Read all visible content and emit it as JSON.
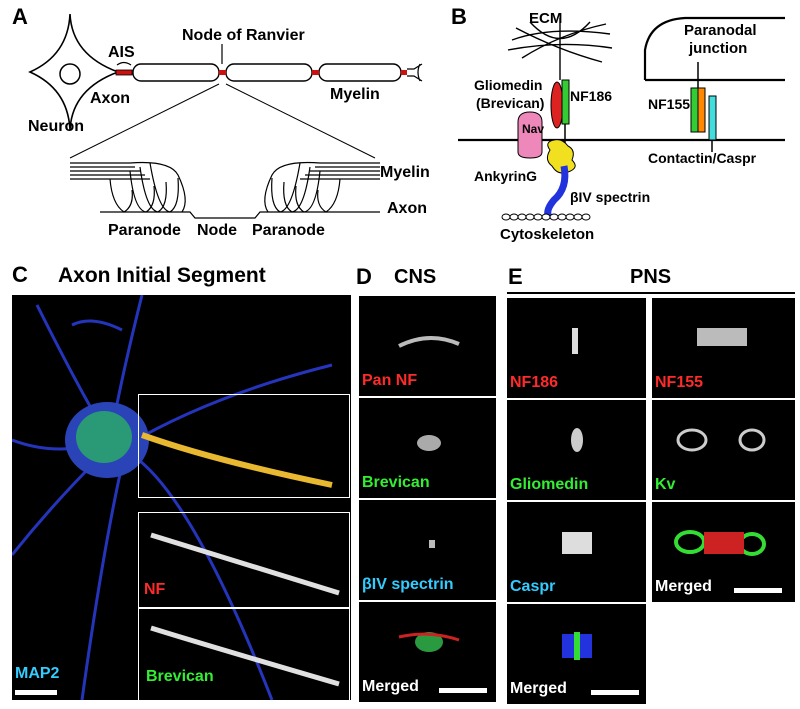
{
  "panel_letters": {
    "a": "A",
    "b": "B",
    "c": "C",
    "d": "D",
    "e": "E"
  },
  "panel_a": {
    "neuron": "Neuron",
    "axon": "Axon",
    "ais": "AIS",
    "node_of_ranvier": "Node of Ranvier",
    "myelin_top": "Myelin",
    "myelin_detail": "Myelin",
    "axon_detail": "Axon",
    "paranode_left": "Paranode",
    "node": "Node",
    "paranode_right": "Paranode"
  },
  "panel_b": {
    "ecm": "ECM",
    "gliomedin": "Gliomedin",
    "brevican": "(Brevican)",
    "nf186": "NF186",
    "nav": "Nav",
    "ankyring": "AnkyrinG",
    "spectrin": "βIV spectrin",
    "cytoskeleton": "Cytoskeleton",
    "paranodal_1": "Paranodal",
    "paranodal_2": "junction",
    "nf155": "NF155",
    "contactin": "Contactin/Caspr"
  },
  "panel_c": {
    "title": "Axon Initial Segment",
    "map2": "MAP2",
    "nf": "NF",
    "brevican": "Brevican"
  },
  "panel_d": {
    "title": "CNS",
    "labels": [
      "Pan NF",
      "Brevican",
      "βIV spectrin",
      "Merged"
    ]
  },
  "panel_e": {
    "title": "PNS",
    "left_labels": [
      "NF186",
      "Gliomedin",
      "Caspr",
      "Merged"
    ],
    "right_labels": [
      "NF155",
      "Kv",
      "Merged"
    ]
  },
  "colors": {
    "red_label": "#ff2a2a",
    "green_label": "#33ee33",
    "cyan_label": "#33ccff",
    "white_label": "#ffffff",
    "nf186_green": "#33cc33",
    "gliomedin_red": "#dd2222",
    "nav_pink": "#ee88bb",
    "ankyrin_yellow": "#f0e020",
    "spectrin_blue": "#2233dd",
    "nf155_orange": "#ff8800",
    "contactin_cyan": "#44dddd"
  }
}
